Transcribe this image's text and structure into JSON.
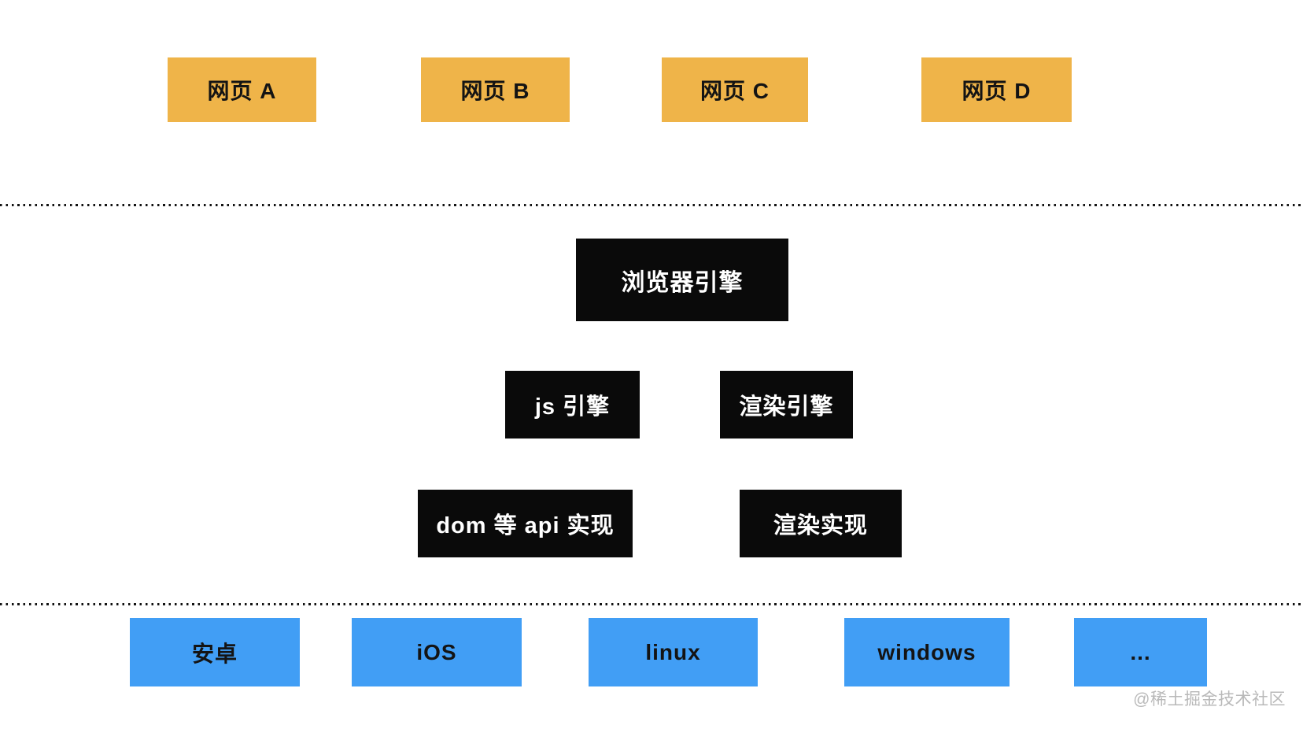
{
  "colors": {
    "page_background": "#FFFFFF",
    "web_page_box": "#EFB449",
    "engine_box": "#0A0A0A",
    "os_box": "#419EF5",
    "divider_dots": "#131313",
    "watermark_text": "#B9B9B9"
  },
  "layers": {
    "web_pages": [
      {
        "label": "网页 A"
      },
      {
        "label": "网页 B"
      },
      {
        "label": "网页 C"
      },
      {
        "label": "网页 D"
      }
    ],
    "browser_engine": {
      "label": "浏览器引擎"
    },
    "engines": [
      {
        "label": "js 引擎"
      },
      {
        "label": "渲染引擎"
      }
    ],
    "implementations": [
      {
        "label": "dom 等 api 实现"
      },
      {
        "label": "渲染实现"
      }
    ],
    "os_platforms": [
      {
        "label": "安卓"
      },
      {
        "label": "iOS"
      },
      {
        "label": "linux"
      },
      {
        "label": "windows"
      },
      {
        "label": "..."
      }
    ]
  },
  "watermark": {
    "text": "@稀土掘金技术社区"
  }
}
